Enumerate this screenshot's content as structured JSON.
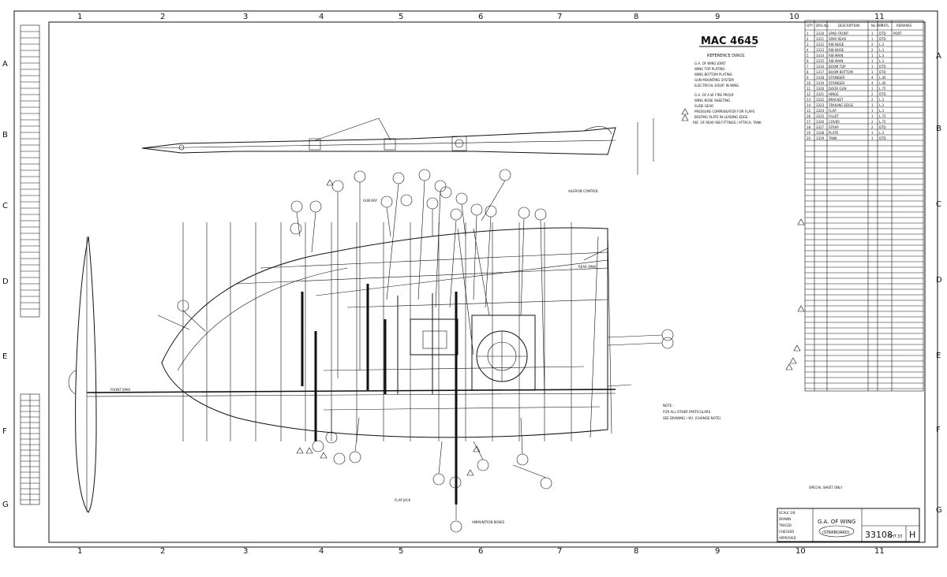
{
  "drawing": {
    "number_title": "MAC 4645",
    "drawing_no": "33108",
    "sheet": "SHT.33",
    "revision": "H",
    "title_main": "G.A. OF WING",
    "title_sub": "(STARBOARD)",
    "scale_note": "SPECIAL SHEET ONLY"
  },
  "grid": {
    "cols": [
      "1",
      "2",
      "3",
      "4",
      "5",
      "6",
      "7",
      "8",
      "9",
      "10",
      "11"
    ],
    "rows": [
      "A",
      "B",
      "C",
      "D",
      "E",
      "F",
      "G"
    ]
  },
  "reference": {
    "heading": "REFERENCE DWGS.",
    "lines": [
      "G.A. OF WING JOINT",
      "WING TOP PLATING",
      "WING BOTTOM PLATING",
      "GUN MOUNTING SYSTEM",
      "ELECTRICAL EQUIP. IN WING",
      "G.A. OF A.W. FIRE PROOF",
      "WING NOSE SHEETING",
      "SLIDE GEAR",
      "PRESSURE COMPENSATOR FOR FLAPS",
      "BOLTING PLATE IN LEADING EDGE",
      "REF. OF REAR RIB FITTINGS / ATTACH. TANK"
    ]
  },
  "notes": [
    "NOTE :",
    "FOR ALL OTHER PARTICULARS",
    "SEE DRAWING / W.I. (CHANGE NOTE)"
  ],
  "parts_table": {
    "headers": [
      "QTY",
      "DRG No.",
      "DESCRIPTION",
      "No OFF",
      "MATL",
      "REMARKS"
    ],
    "rows": [
      [
        "1",
        "3310",
        "SPAR FRONT",
        "1",
        "DTD",
        "PORT"
      ],
      [
        "2",
        "3311",
        "SPAR REAR",
        "1",
        "DTD",
        ""
      ],
      [
        "3",
        "3312",
        "RIB NOSE",
        "2",
        "L.3",
        ""
      ],
      [
        "4",
        "3313",
        "RIB NOSE",
        "2",
        "L.3",
        ""
      ],
      [
        "5",
        "3314",
        "RIB MAIN",
        "1",
        "L.3",
        ""
      ],
      [
        "6",
        "3315",
        "RIB MAIN",
        "1",
        "L.3",
        ""
      ],
      [
        "7",
        "3316",
        "BOOM TOP",
        "1",
        "DTD",
        ""
      ],
      [
        "8",
        "3317",
        "BOOM BOTTOM",
        "1",
        "DTD",
        ""
      ],
      [
        "9",
        "3318",
        "STRINGER",
        "4",
        "L.40",
        ""
      ],
      [
        "10",
        "3319",
        "STRINGER",
        "4",
        "L.40",
        ""
      ],
      [
        "11",
        "3320",
        "DOOR GUN",
        "1",
        "L.72",
        ""
      ],
      [
        "12",
        "3321",
        "HINGE",
        "2",
        "DTD",
        ""
      ],
      [
        "13",
        "3322",
        "BRACKET",
        "2",
        "L.3",
        ""
      ],
      [
        "14",
        "3323",
        "TRAILING EDGE",
        "1",
        "L.3",
        ""
      ],
      [
        "15",
        "3324",
        "FLAP",
        "1",
        "L.3",
        ""
      ],
      [
        "16",
        "3325",
        "FILLET",
        "1",
        "L.72",
        ""
      ],
      [
        "17",
        "3326",
        "COVER",
        "2",
        "L.72",
        ""
      ],
      [
        "18",
        "3327",
        "STRAP",
        "2",
        "DTD",
        ""
      ],
      [
        "19",
        "3328",
        "PLATE",
        "1",
        "L.3",
        ""
      ],
      [
        "20",
        "3329",
        "TANK",
        "1",
        "DTD",
        ""
      ]
    ]
  },
  "title_block": {
    "scale_label": "SCALE 1/8",
    "drawn_label": "DRAWN",
    "traced_label": "TRACED",
    "checked_label": "CHECKED",
    "approved_label": "APPROVED"
  },
  "callouts": [
    "FRONT SPAR",
    "REAR SPAR",
    "GUN BAY",
    "AMMUNITION BOXES",
    "FLAP JACK",
    "AILERON CONTROL"
  ]
}
